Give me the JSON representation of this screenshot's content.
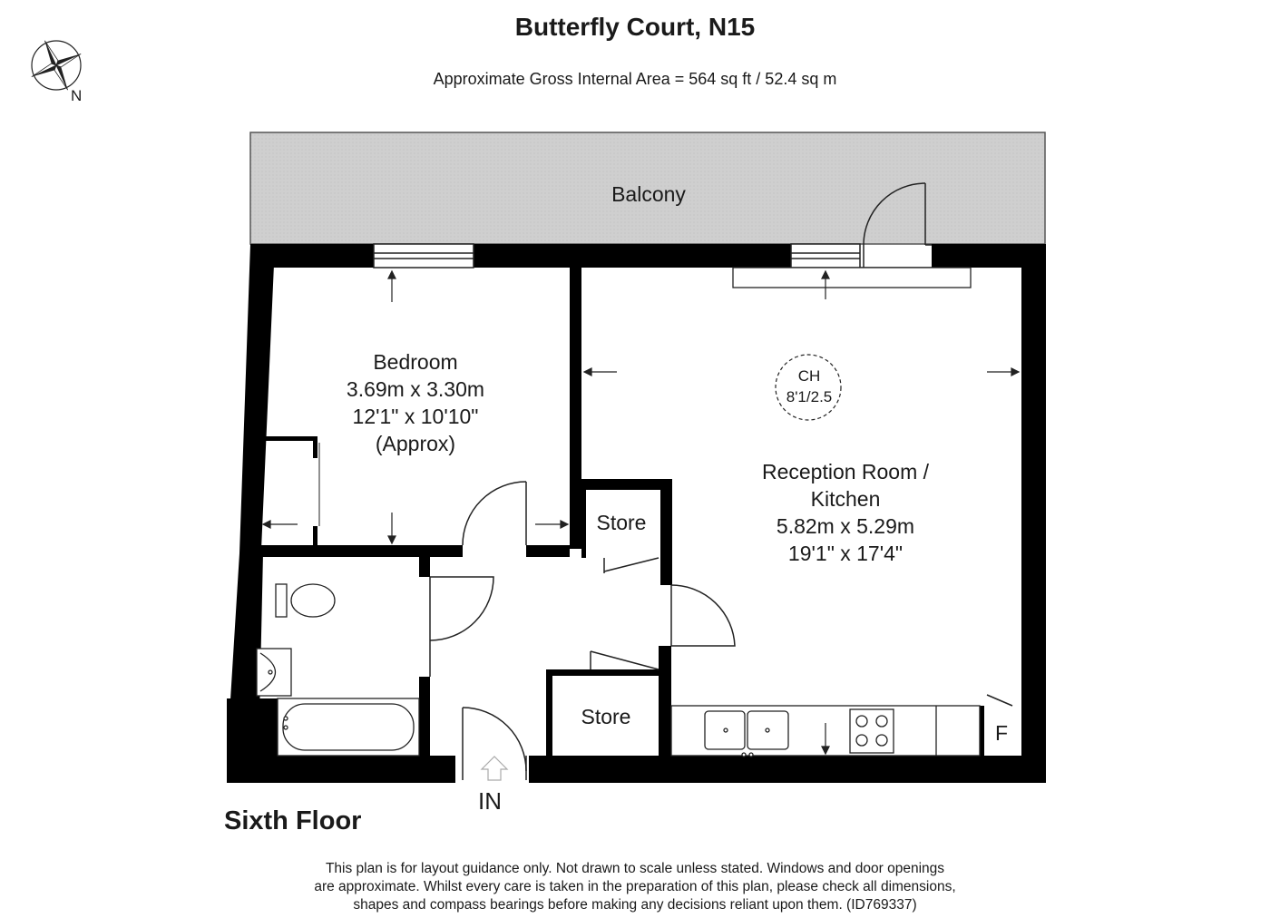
{
  "header": {
    "title": "Butterfly Court, N15",
    "subtitle": "Approximate Gross Internal Area = 564 sq ft / 52.4 sq m"
  },
  "compass": {
    "label": "N"
  },
  "rooms": {
    "balcony": {
      "name": "Balcony"
    },
    "bedroom": {
      "name": "Bedroom",
      "metric": "3.69m x 3.30m",
      "imperial": "12'1\" x 10'10\"",
      "note": "(Approx)"
    },
    "reception": {
      "name_line1": "Reception Room /",
      "name_line2": "Kitchen",
      "metric": "5.82m x 5.29m",
      "imperial": "19'1\" x 17'4\""
    },
    "store_upper": {
      "name": "Store"
    },
    "store_lower": {
      "name": "Store"
    },
    "fridge": {
      "label": "F"
    }
  },
  "ceiling_height": {
    "label": "CH",
    "value": "8'1/2.5"
  },
  "entrance": {
    "label": "IN"
  },
  "floor": {
    "label": "Sixth Floor"
  },
  "disclaimer": {
    "line1": "This plan is for layout guidance only. Not drawn to scale unless stated. Windows and door openings",
    "line2": "are approximate. Whilst every care is taken in the preparation of this plan, please check all dimensions,",
    "line3": "shapes and compass bearings before making any decisions reliant upon them. (ID769337)"
  }
}
